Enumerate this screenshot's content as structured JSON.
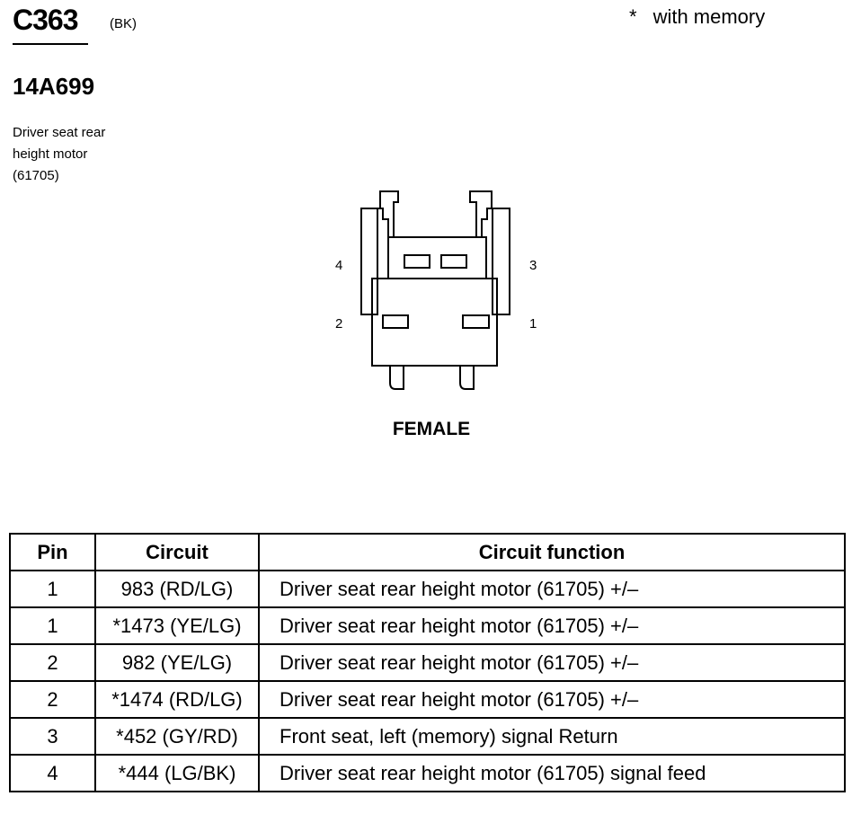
{
  "header": {
    "connector_id": "C363",
    "connector_color": "(BK)",
    "note_marker": "*",
    "note_text": "with memory",
    "part_number": "14A699",
    "description_lines": [
      "Driver seat rear",
      "height motor",
      "(61705)"
    ]
  },
  "connector": {
    "gender": "FEMALE",
    "pin_labels": {
      "top_left": "4",
      "top_right": "3",
      "bottom_left": "2",
      "bottom_right": "1"
    }
  },
  "table": {
    "headers": [
      "Pin",
      "Circuit",
      "Circuit function"
    ],
    "rows": [
      {
        "pin": "1",
        "circuit": "983 (RD/LG)",
        "function": "Driver seat rear height motor (61705) +/–"
      },
      {
        "pin": "1",
        "circuit": "*1473 (YE/LG)",
        "function": "Driver seat rear height motor (61705) +/–"
      },
      {
        "pin": "2",
        "circuit": "982 (YE/LG)",
        "function": "Driver seat rear height motor (61705) +/–"
      },
      {
        "pin": "2",
        "circuit": "*1474 (RD/LG)",
        "function": "Driver seat rear height motor (61705) +/–"
      },
      {
        "pin": "3",
        "circuit": "*452 (GY/RD)",
        "function": "Front seat, left (memory) signal Return"
      },
      {
        "pin": "4",
        "circuit": "*444 (LG/BK)",
        "function": "Driver seat rear height motor (61705) signal feed"
      }
    ]
  }
}
